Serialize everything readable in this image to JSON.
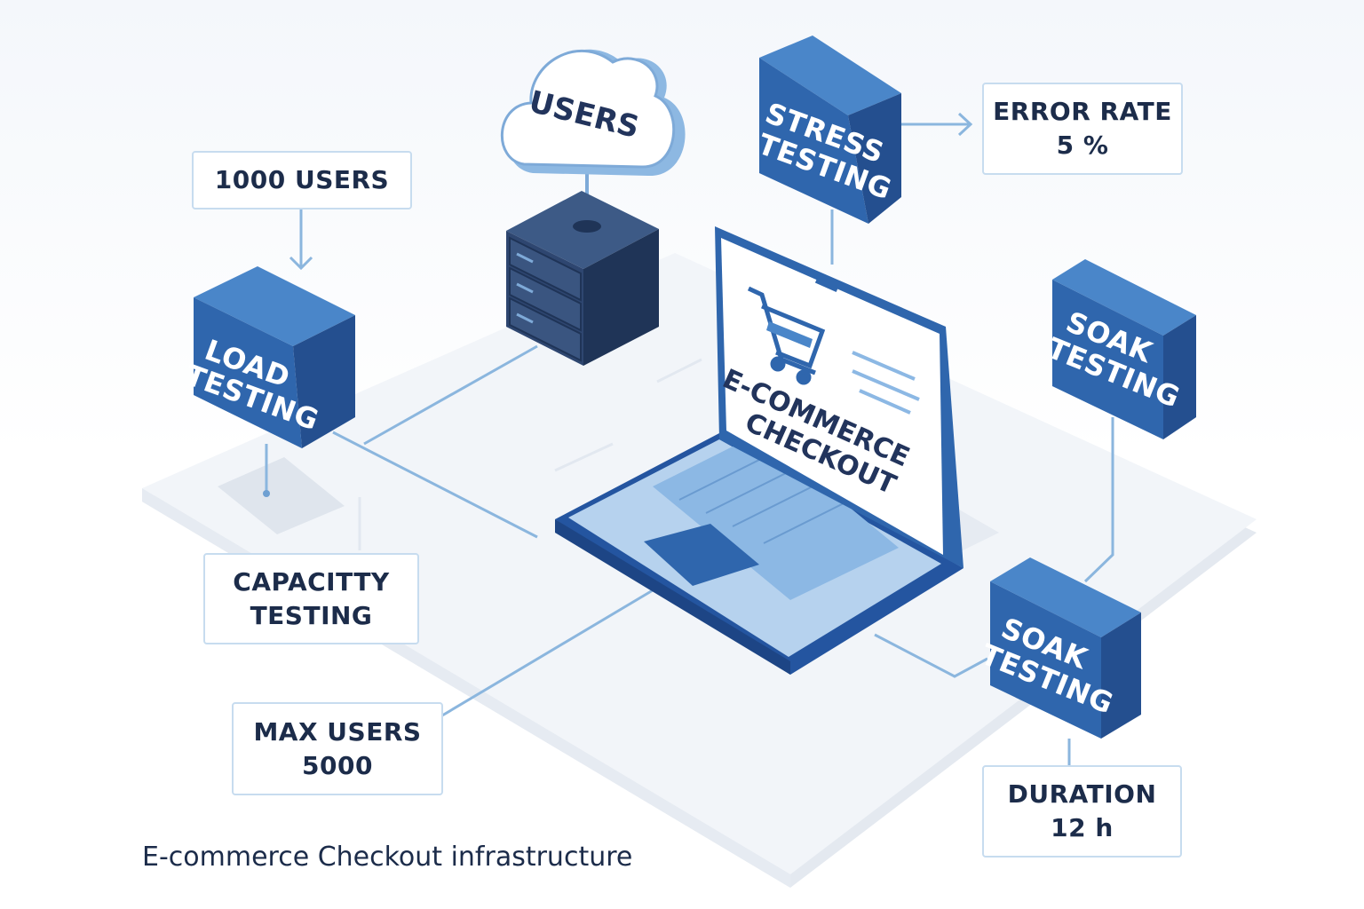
{
  "cloud": {
    "label": "USERS"
  },
  "cubes": {
    "load": {
      "line1": "LOAD",
      "line2": "TESTING"
    },
    "stress": {
      "line1": "STRESS",
      "line2": "TESTING"
    },
    "soak_top": {
      "line1": "SOAK",
      "line2": "TESTING"
    },
    "soak_bottom": {
      "line1": "SOAK",
      "line2": "TESTING"
    }
  },
  "laptop": {
    "line1": "E-COMMERCE",
    "line2": "CHECKOUT"
  },
  "labels": {
    "users_1000": {
      "line1": "1000 USERS"
    },
    "error_rate": {
      "line1": "ERROR RATE",
      "line2": "5 %"
    },
    "capacity": {
      "line1": "CAPACITTY",
      "line2": "TESTING"
    },
    "max_users": {
      "line1": "MAX USERS",
      "line2": "5000"
    },
    "duration": {
      "line1": "DURATION",
      "line2": "12 h"
    }
  },
  "caption": "E-commerce Checkout infrastructure",
  "colors": {
    "cube_front": "#2f66ad",
    "cube_top": "#4a86c9",
    "cube_side": "#244f8f",
    "connector": "#8bb6de",
    "platform": "#f1f4f8",
    "label_border": "#c7dcef",
    "text_dark": "#1c2c4a"
  },
  "icons": [
    "cloud-icon",
    "server-icon",
    "shopping-cart-icon",
    "laptop-icon"
  ]
}
